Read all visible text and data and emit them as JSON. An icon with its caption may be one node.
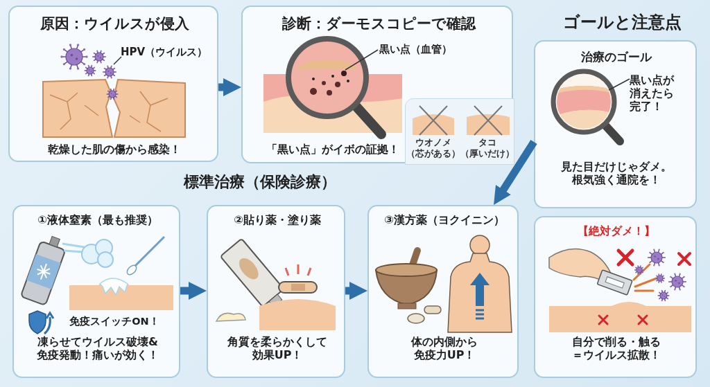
{
  "diagram": {
    "nodes": [
      {
        "text": [
          "原因：ウイルスが侵入",
          "乾燥した肌の傷から感染！"
        ]
      },
      {
        "text": [
          "HPV（ウイルス）"
        ],
        "in": 0
      },
      {
        "text": [],
        "shape": "picture",
        "in": 0
      },
      {
        "text": [
          "診断：ダーモスコピーで確認",
          "「黒い点」がイボの証拠！"
        ]
      },
      {
        "text": [
          "黒い点（血管）"
        ],
        "in": 3
      },
      {
        "text": [],
        "shape": "circle",
        "in": 3
      },
      {
        "text": [
          "ウオノメ（芯がある）",
          "タコ（厚いだけ）"
        ],
        "in": 3
      },
      {
        "text": [
          "治療のゴール",
          "見た目だけじゃダメ。根気強く通院を！"
        ]
      },
      {
        "text": [
          "黒い点が消えたら完了！"
        ],
        "in": 7
      },
      {
        "text": [],
        "shape": "picture",
        "in": 7
      },
      {
        "text": [
          "①液体窒素（最も推奨）",
          "免疫スイッチON！",
          "凍らせてウイルス破壊&免疫発動！痛いが効く！"
        ]
      },
      {
        "text": [
          "②貼り薬・塗り薬",
          "角質を柔らかくして効果UP！"
        ]
      },
      {
        "text": [
          "③漢方薬（ヨクイニン）",
          "体の内側から免疫力UP！"
        ]
      },
      {
        "text": [
          "【絶対ダメ！】",
          "自分で削る・触る＝ウイルス拡散！"
        ]
      }
    ],
    "edges": [
      {
        "from": 0,
        "to": 3,
        "arrow": "to"
      },
      {
        "from": 10,
        "to": 11,
        "arrow": "to"
      },
      {
        "from": 11,
        "to": 12,
        "arrow": "to"
      },
      {
        "from": 7,
        "to": 12,
        "arrow": "to"
      },
      {
        "from": 1,
        "to": 2,
        "arrow": "none",
        "color": "#333333"
      },
      {
        "from": 4,
        "to": 5,
        "arrow": "none",
        "color": "#333333"
      },
      {
        "from": 8,
        "to": 9,
        "arrow": "none",
        "color": "#333333"
      }
    ],
    "labels": [
      "ゴールと注意点",
      "標準治療（保険診療）"
    ]
  }
}
